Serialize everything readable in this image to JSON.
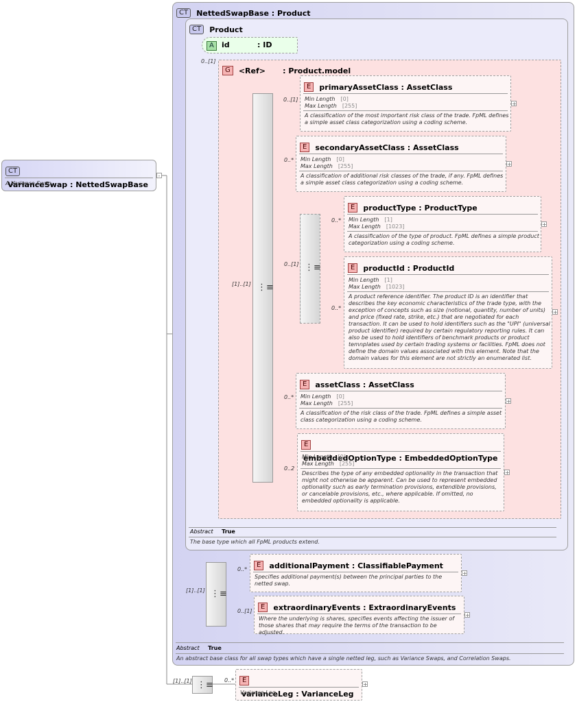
{
  "variance_swap": {
    "badge": "CT",
    "title": "VarianceSwap : NettedSwapBase",
    "desc": "A Variance Swap."
  },
  "netted_swap_base": {
    "badge": "CT",
    "title": "NettedSwapBase : Product",
    "abstract_label": "Abstract",
    "abstract_value": "True",
    "desc": "An abstract base class for all swap types which have a single netted leg, such as Variance Swaps, and Correlation Swaps."
  },
  "product": {
    "badge": "CT",
    "title": "Product",
    "abstract_label": "Abstract",
    "abstract_value": "True",
    "desc": "The base type which all FpML products extend."
  },
  "id_attr": {
    "badge": "A",
    "name": "id",
    "type": ": ID"
  },
  "group": {
    "badge": "G",
    "title": "<Ref>",
    "type": ": Product.model",
    "card": "0..[1]"
  },
  "elements": {
    "primary_asset_class": {
      "badge": "E",
      "title": "primaryAssetClass : AssetClass",
      "card": "0..[1]",
      "min_label": "Min Length",
      "min": "[0]",
      "max_label": "Max Length",
      "max": "[255]",
      "desc": "A classification of the most important risk class of the trade. FpML defines a simple asset class categorization using a coding scheme."
    },
    "secondary_asset_class": {
      "badge": "E",
      "title": "secondaryAssetClass : AssetClass",
      "card": "0..*",
      "min_label": "Min Length",
      "min": "[0]",
      "max_label": "Max Length",
      "max": "[255]",
      "desc": "A classification of additional risk classes of the trade, if any. FpML defines a simple asset class categorization using a coding scheme."
    },
    "product_type": {
      "badge": "E",
      "title": "productType : ProductType",
      "card": "0..*",
      "min_label": "Min Length",
      "min": "[1]",
      "max_label": "Max Length",
      "max": "[1023]",
      "desc": "A classification of the type of product. FpML defines a simple product categorization using a coding scheme."
    },
    "product_id": {
      "badge": "E",
      "title": "productId : ProductId",
      "card": "0..*",
      "min_label": "Min Length",
      "min": "[1]",
      "max_label": "Max Length",
      "max": "[1023]",
      "desc": "A product reference identifier. The product ID is an identifier that describes the key economic characteristics of the trade type, with the exception of concepts such as size (notional, quantity, number of units) and price (fixed rate, strike, etc.) that are negotiated for each transaction. It can be used to hold identifiers such as the \"UPI\" (universal product identifier) required by certain regulatory reporting rules. It can also be used to hold identifiers of benchmark products or product temnplates used by certain trading systems or facilities. FpML does not define the domain values associated with this element. Note that the domain values for this element are not strictly an enumerated list."
    },
    "asset_class": {
      "badge": "E",
      "title": "assetClass : AssetClass",
      "card": "0..*",
      "min_label": "Min Length",
      "min": "[0]",
      "max_label": "Max Length",
      "max": "[255]",
      "desc": "A classification of the risk class of the trade. FpML defines a simple asset class categorization using a coding scheme."
    },
    "embedded_option_type": {
      "badge": "E",
      "title": "embeddedOptionType : EmbeddedOptionType",
      "card": "0..2",
      "min_label": "Min Length",
      "min": "[0]",
      "max_label": "Max Length",
      "max": "[255]",
      "desc": "Describes the type of any embedded optionality in the transaction that might not otherwise be apparent. Can be used to represent embedded optionality such as early termination provisions, extendible provisions, or cancelable provisions, etc., where applicable. If omitted, no embedded optionality is applicable."
    },
    "additional_payment": {
      "badge": "E",
      "title": "additionalPayment : ClassifiablePayment",
      "card": "0..*",
      "desc": "Specifies additional payment(s) between the principal parties to the netted swap."
    },
    "extraordinary_events": {
      "badge": "E",
      "title": "extraordinaryEvents : ExtraordinaryEvents",
      "card": "0..[1]",
      "desc": "Where the underlying is shares, specifies events affecting the issuer of those shares that may require the terms of the transaction to be adjusted."
    },
    "variance_leg": {
      "badge": "E",
      "title": "varianceLeg : VarianceLeg",
      "card": "0..*",
      "desc": "Variance Leg."
    }
  },
  "sequences": {
    "product_seq_card": "[1]..[1]",
    "product_choice_card": "0..[1]",
    "netted_seq_card": "[1]..[1]",
    "variance_seq_card": "[1]..[1]"
  },
  "icons": {
    "expand": "plus-icon",
    "sequence": "sequence-icon"
  },
  "colors": {
    "ct_bg": "#ebebfa",
    "group_bg": "#fde1e1",
    "element_bg": "#fdf5f5",
    "attr_bg": "#eaffea"
  }
}
